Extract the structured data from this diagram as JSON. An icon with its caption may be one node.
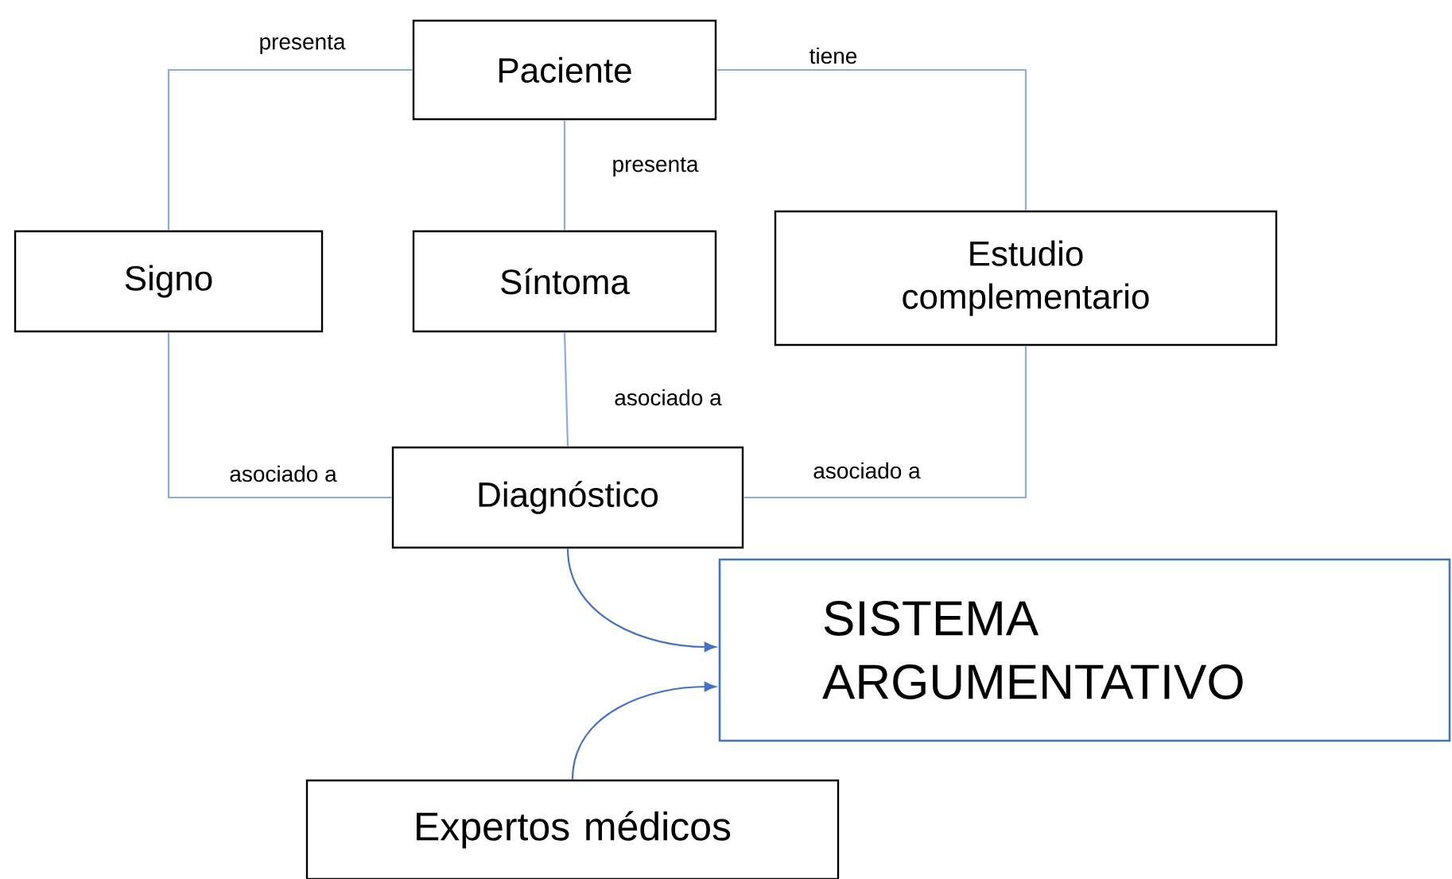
{
  "diagram": {
    "nodes": [
      {
        "text": [
          "Paciente"
        ]
      },
      {
        "text": [
          "Signo"
        ]
      },
      {
        "text": [
          "Síntoma"
        ]
      },
      {
        "text": [
          "Estudio complementario"
        ]
      },
      {
        "text": [
          "Diagnóstico"
        ]
      },
      {
        "text": [
          "SISTEMA ARGUMENTATIVO"
        ]
      },
      {
        "text": [
          "Expertos médicos"
        ]
      }
    ],
    "edges": [
      {
        "from": 0,
        "to": 1,
        "arrow": "none",
        "label": "presenta"
      },
      {
        "from": 0,
        "to": 2,
        "arrow": "none",
        "label": "presenta"
      },
      {
        "from": 0,
        "to": 3,
        "arrow": "none",
        "label": "tiene"
      },
      {
        "from": 1,
        "to": 4,
        "arrow": "none",
        "label": "asociado a"
      },
      {
        "from": 2,
        "to": 4,
        "arrow": "none",
        "label": "asociado a"
      },
      {
        "from": 3,
        "to": 4,
        "arrow": "none",
        "label": "asociado a"
      },
      {
        "from": 4,
        "to": 5,
        "arrow": "to",
        "color": "#4472c4"
      },
      {
        "from": 6,
        "to": 5,
        "arrow": "to",
        "color": "#4472c4"
      }
    ]
  }
}
